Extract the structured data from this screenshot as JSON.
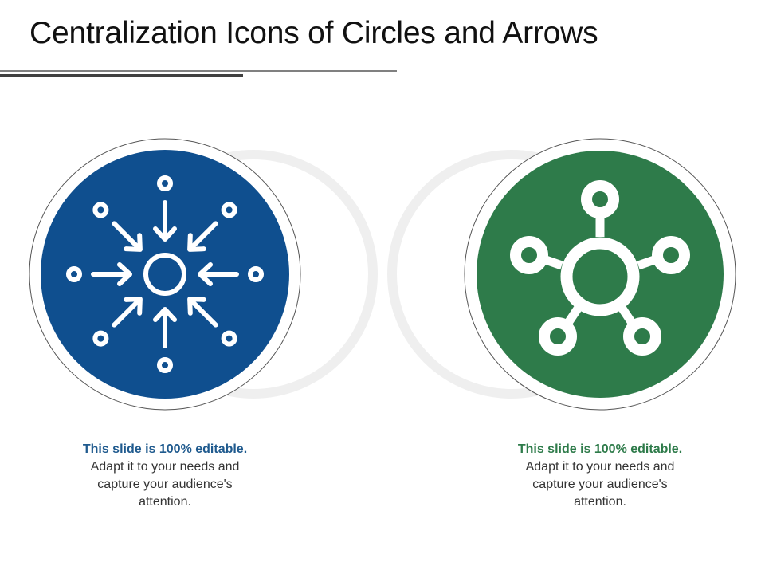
{
  "slide": {
    "title": "Centralization Icons of Circles and Arrows"
  },
  "colors": {
    "blue": "#0f4f8f",
    "green": "#2e7b4a",
    "ring_gray": "#efefef",
    "outline": "#555555",
    "text": "#333333"
  },
  "panels": [
    {
      "icon": "centralization-arrows-icon",
      "heading": "This slide is 100% editable.",
      "line1": "Adapt it to your needs and",
      "line2": "capture your audience's",
      "line3": "attention."
    },
    {
      "icon": "hub-network-icon",
      "heading": "This slide is 100% editable.",
      "line1": "Adapt it to your needs and",
      "line2": "capture your audience's",
      "line3": "attention."
    }
  ]
}
